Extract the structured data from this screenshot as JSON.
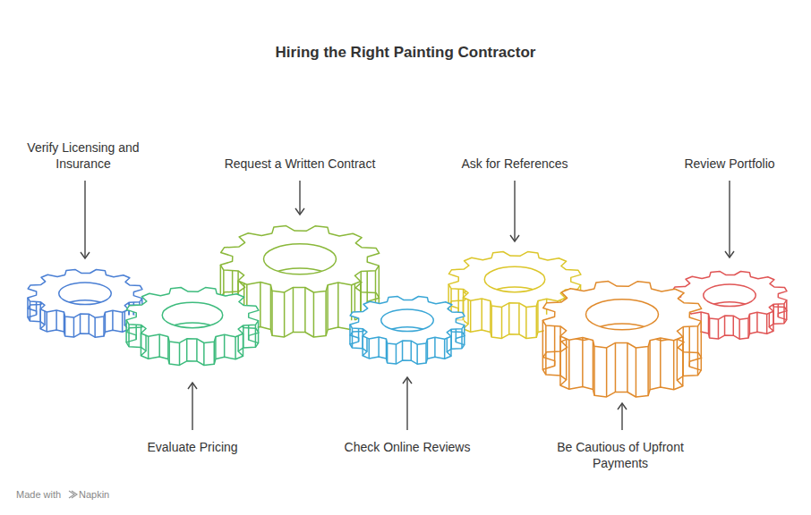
{
  "diagram": {
    "title": "Hiring the Right Painting Contractor",
    "nodes": [
      {
        "text": [
          "Verify Licensing and Insurance"
        ]
      },
      {
        "text": [
          "Evaluate Pricing"
        ]
      },
      {
        "text": [
          "Request a Written Contract"
        ]
      },
      {
        "text": [
          "Check Online Reviews"
        ]
      },
      {
        "text": [
          "Ask for References"
        ]
      },
      {
        "text": [
          "Be Cautious of Upfront Payments"
        ]
      },
      {
        "text": [
          "Review Portfolio"
        ]
      }
    ],
    "labels": [
      "Made with",
      "Napkin"
    ]
  }
}
